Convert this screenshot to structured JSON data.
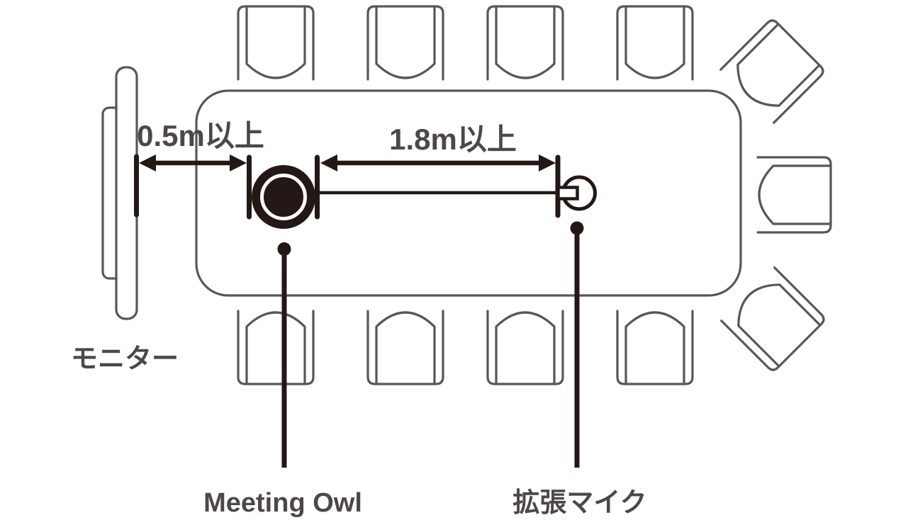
{
  "diagram": {
    "measurements": {
      "monitor_to_owl": "0.5m以上",
      "owl_to_mic": "1.8m以上"
    },
    "labels": {
      "monitor": "モニター",
      "meeting_owl": "Meeting Owl",
      "expansion_mic": "拡張マイク"
    },
    "colors": {
      "ink": "#231815",
      "outline": "#575757",
      "text": "#4c4846",
      "background": "#ffffff"
    },
    "scene": {
      "type": "meeting-room-top-view",
      "chairs": {
        "top_row": 4,
        "bottom_row": 4,
        "right_end": 1,
        "corner_diagonal": 2,
        "total": 11
      },
      "devices_on_table": [
        "Meeting Owl",
        "拡張マイク"
      ],
      "monitor_position": "left-wall"
    }
  }
}
